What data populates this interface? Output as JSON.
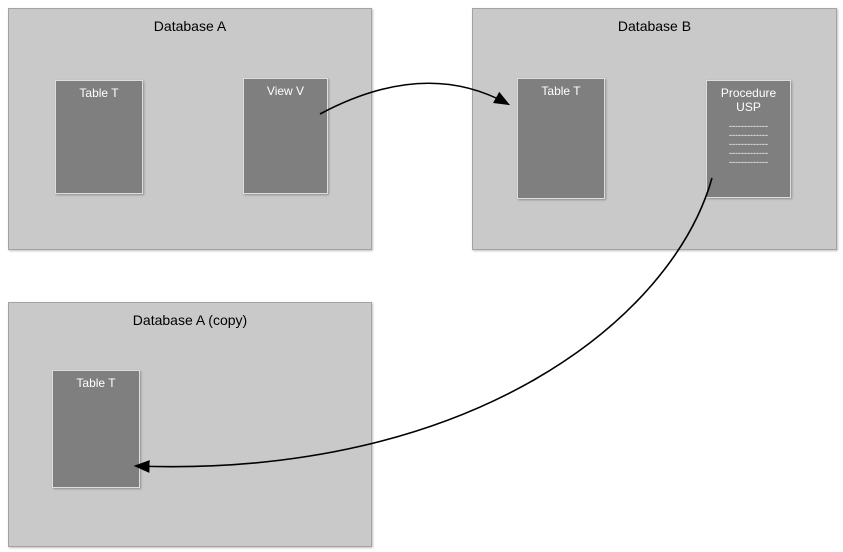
{
  "diagram": {
    "containers": {
      "database_a": {
        "title": "Database A"
      },
      "database_b": {
        "title": "Database B"
      },
      "database_a_copy": {
        "title": "Database A (copy)"
      }
    },
    "nodes": {
      "db_a_table_t": {
        "label": "Table T"
      },
      "db_a_view_v": {
        "label": "View V"
      },
      "db_b_table_t": {
        "label": "Table T"
      },
      "db_b_procedure_usp": {
        "label": "Procedure USP",
        "code_lines": [
          "-------------",
          "-------------",
          "-------------",
          "-------------",
          "-------------"
        ]
      },
      "db_a_copy_table_t": {
        "label": "Table T"
      }
    },
    "arrows": [
      {
        "name": "view-v-to-db-b-table-t"
      },
      {
        "name": "procedure-usp-to-db-a-copy-table-t"
      }
    ],
    "colors": {
      "container_fill": "#c9c9c9",
      "container_border": "#a3a3a3",
      "node_fill": "#7f7f7f",
      "node_border": "#d9dee4",
      "node_text": "#ffffff",
      "title_text": "#000000",
      "arrow": "#000000"
    }
  }
}
